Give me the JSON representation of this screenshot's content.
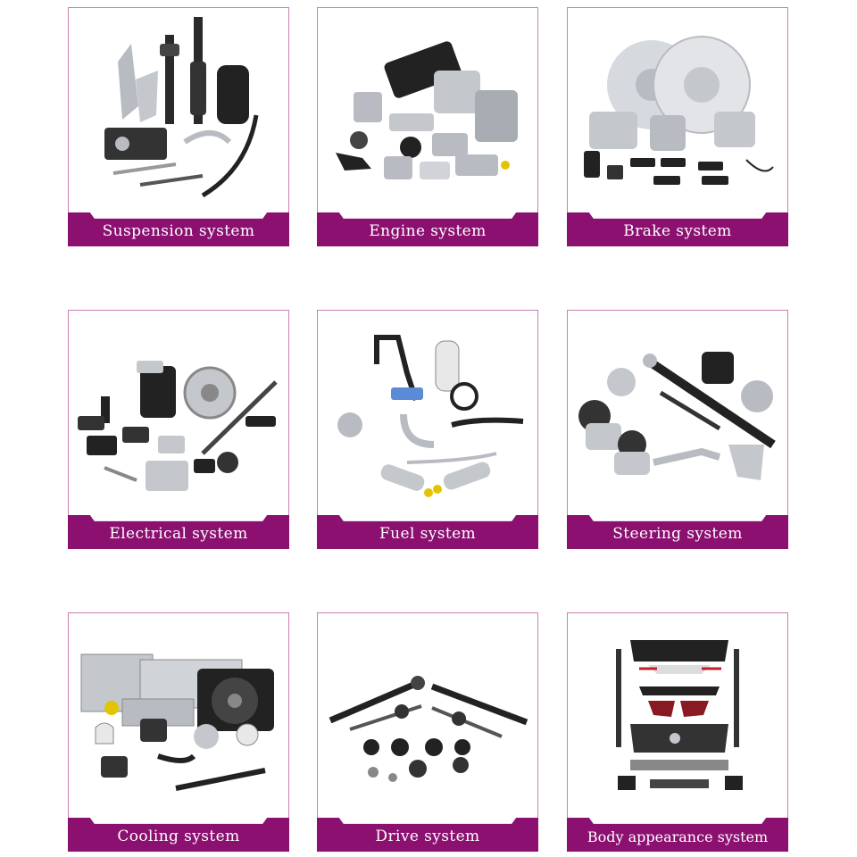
{
  "colors": {
    "banner": "#8b1070",
    "border": "#c97fb0",
    "part_dark": "#2a2a2a",
    "part_metal": "#b8bcc2"
  },
  "cards": [
    {
      "label": "Suspension system",
      "icon": "suspension-parts-icon"
    },
    {
      "label": "Engine system",
      "icon": "engine-parts-icon"
    },
    {
      "label": "Brake system",
      "icon": "brake-parts-icon"
    },
    {
      "label": "Electrical system",
      "icon": "electrical-parts-icon"
    },
    {
      "label": "Fuel system",
      "icon": "fuel-parts-icon"
    },
    {
      "label": "Steering system",
      "icon": "steering-parts-icon"
    },
    {
      "label": "Cooling system",
      "icon": "cooling-parts-icon"
    },
    {
      "label": "Drive system",
      "icon": "drive-parts-icon"
    },
    {
      "label": "Body appearance system",
      "icon": "body-parts-icon"
    }
  ]
}
